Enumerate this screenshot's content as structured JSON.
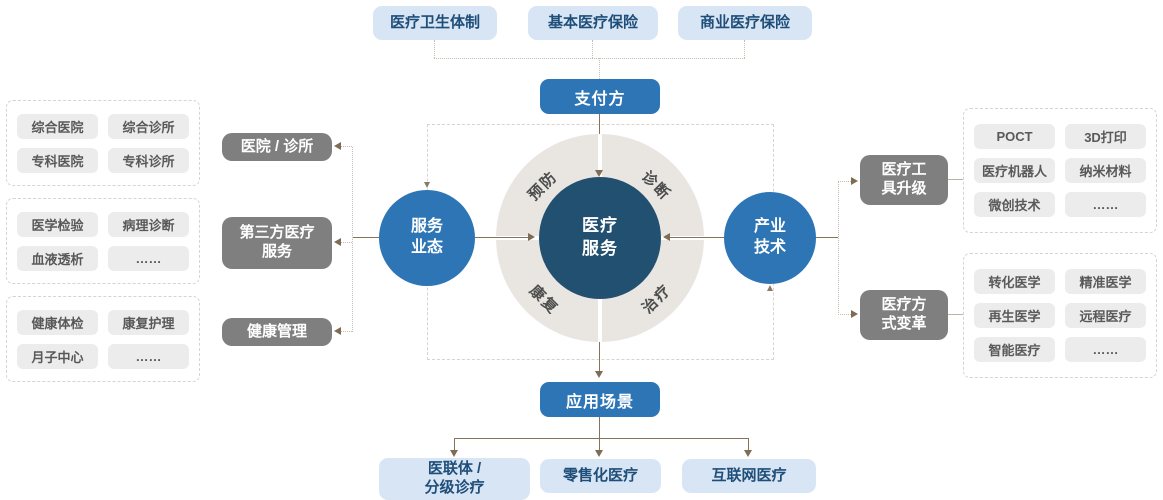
{
  "colors": {
    "accent_blue": "#2e75b6",
    "core_navy": "#215070",
    "light_blue_bg": "#d7e5f5",
    "light_blue_text": "#1f4e79",
    "gray_branch": "#7f7f7f",
    "item_bg": "#ececec",
    "item_text": "#595959",
    "ring_bg": "#e9e6e2",
    "arrow_brown": "#7f6c55"
  },
  "payer_section": {
    "sources": [
      "医疗卫生体制",
      "基本医疗保险",
      "商业医疗保险"
    ],
    "hub": "支付方"
  },
  "core": {
    "label": "医疗\n服务",
    "quadrants": {
      "top_left": "预防",
      "top_right": "诊断",
      "bottom_left": "康复",
      "bottom_right": "治疗"
    }
  },
  "service_circle": {
    "label": "服务\n业态"
  },
  "industry_circle": {
    "label": "产业\n技术"
  },
  "service_branches": [
    "医院 / 诊所",
    "第三方医疗\n服务",
    "健康管理"
  ],
  "service_groups": [
    {
      "items": [
        "综合医院",
        "综合诊所",
        "专科医院",
        "专科诊所"
      ]
    },
    {
      "items": [
        "医学检验",
        "病理诊断",
        "血液透析",
        "……"
      ]
    },
    {
      "items": [
        "健康体检",
        "康复护理",
        "月子中心",
        "……"
      ]
    }
  ],
  "industry_branches": [
    "医疗工\n具升级",
    "医疗方\n式变革"
  ],
  "industry_groups": [
    {
      "items": [
        "POCT",
        "3D打印",
        "医疗机器人",
        "纳米材料",
        "微创技术",
        "……"
      ]
    },
    {
      "items": [
        "转化医学",
        "精准医学",
        "再生医学",
        "远程医疗",
        "智能医疗",
        "……"
      ]
    }
  ],
  "scenario_section": {
    "hub": "应用场景",
    "scenes": [
      "医联体 /\n分级诊疗",
      "零售化医疗",
      "互联网医疗"
    ]
  }
}
